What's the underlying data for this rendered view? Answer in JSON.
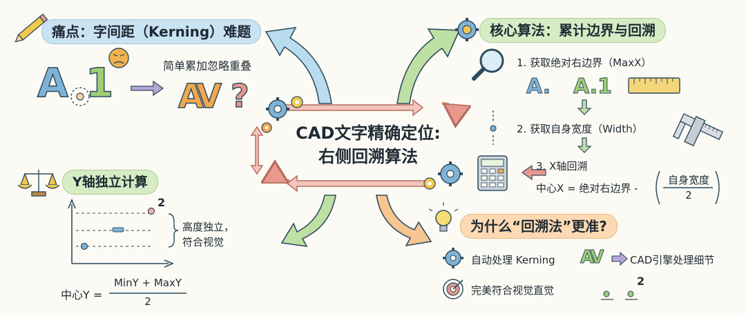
{
  "center": {
    "title_line1": "CAD文字精确定位:",
    "title_line2": "右侧回溯算法"
  },
  "pain": {
    "title": "痛点：字间距（Kerning）难题",
    "caption": "简单累加忽略重叠",
    "glyph_a": "A",
    "glyph_1": "1",
    "glyph_av": "AV",
    "question": "?"
  },
  "core": {
    "title": "核心算法：累计边界与回溯",
    "step1": "1. 获取绝对右边界（MaxX）",
    "step1_glyph_a": "A.",
    "step1_glyph_a1": "A.1",
    "step2": "2. 获取自身宽度（Width）",
    "step3": "3. X轴回溯",
    "formula_left": "中心X = 绝对右边界 - ",
    "formula_num": "自身宽度",
    "formula_den": "2"
  },
  "yaxis": {
    "title": "Y轴独立计算",
    "brace_label_line1": "高度独立，",
    "brace_label_line2": "符合视觉",
    "sup": "2",
    "formula_left": "中心Y = ",
    "formula_num": "MinY + MaxY",
    "formula_den": "2"
  },
  "why": {
    "title": "为什么“回溯法”更准?",
    "item1_label": "自动处理 Kerning",
    "item1_glyph": "AV",
    "item1_result": "CAD引擎处理细节",
    "item2_label": "完美符合视觉直觉",
    "item2_sup": "2"
  },
  "colors": {
    "blue": "#c9e3f2",
    "green": "#d6ecc4",
    "orange": "#fbd9b2",
    "red_arrow": "#e8998c",
    "glyph_blue": "#7fb3d6",
    "glyph_green": "#9fcf73",
    "glyph_orange": "#f2a84e",
    "ink": "#1f2a33"
  },
  "icons": [
    "pencil-icon",
    "annoyed-face-icon",
    "gear-icon",
    "magnifier-icon",
    "ruler-icon",
    "caliper-icon",
    "calculator-icon",
    "scales-icon",
    "lightbulb-icon",
    "target-icon"
  ]
}
